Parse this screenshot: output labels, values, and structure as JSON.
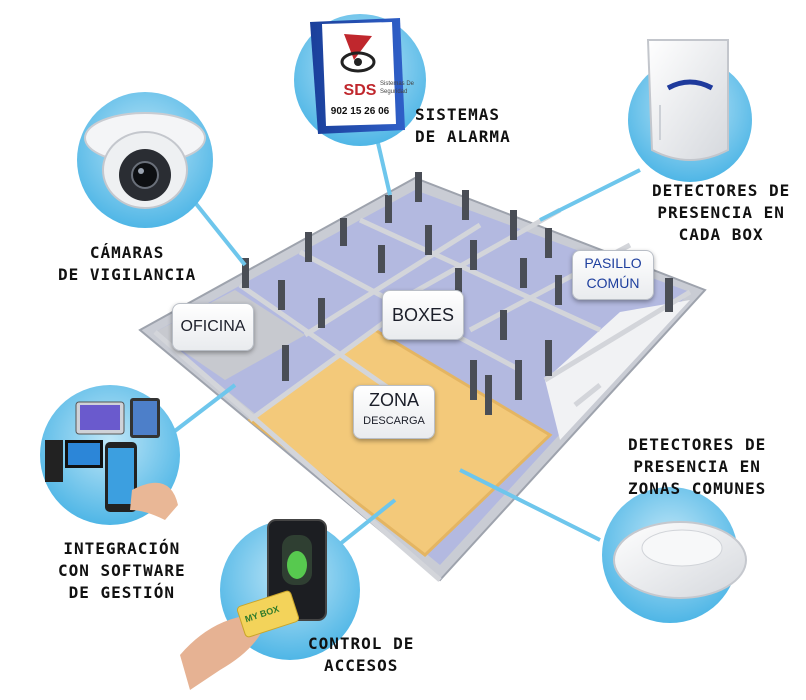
{
  "alarm_panel": {
    "brand": "SDS",
    "brand_sub_1": "Sistemas De",
    "brand_sub_2": "Seguridad",
    "phone": "902 15 26 06"
  },
  "labels": {
    "alarm": [
      "SISTEMAS",
      "DE ALARMA"
    ],
    "cameras": [
      "CÁMARAS",
      "DE VIGILANCIA"
    ],
    "detectors_box": [
      "DETECTORES DE",
      "PRESENCIA EN",
      "CADA BOX"
    ],
    "software": [
      "INTEGRACIÓN",
      "CON SOFTWARE",
      "DE GESTIÓN"
    ],
    "detectors_common": [
      "DETECTORES DE",
      "PRESENCIA EN",
      "ZONAS COMUNES"
    ],
    "access": [
      "CONTROL DE",
      "ACCESOS"
    ]
  },
  "bubbles": {
    "office": "OFICINA",
    "boxes": "BOXES",
    "corridor": [
      "PASILLO",
      "COMÚN"
    ],
    "zone": [
      "ZONA",
      "DESCARGA"
    ]
  },
  "card": {
    "text": "MY BOX"
  },
  "colors": {
    "floor_blue": "#b3b9e0",
    "floor_yellow": "#f3c97a",
    "wall": "#d7d9de",
    "circle": "#6ec6ec"
  }
}
